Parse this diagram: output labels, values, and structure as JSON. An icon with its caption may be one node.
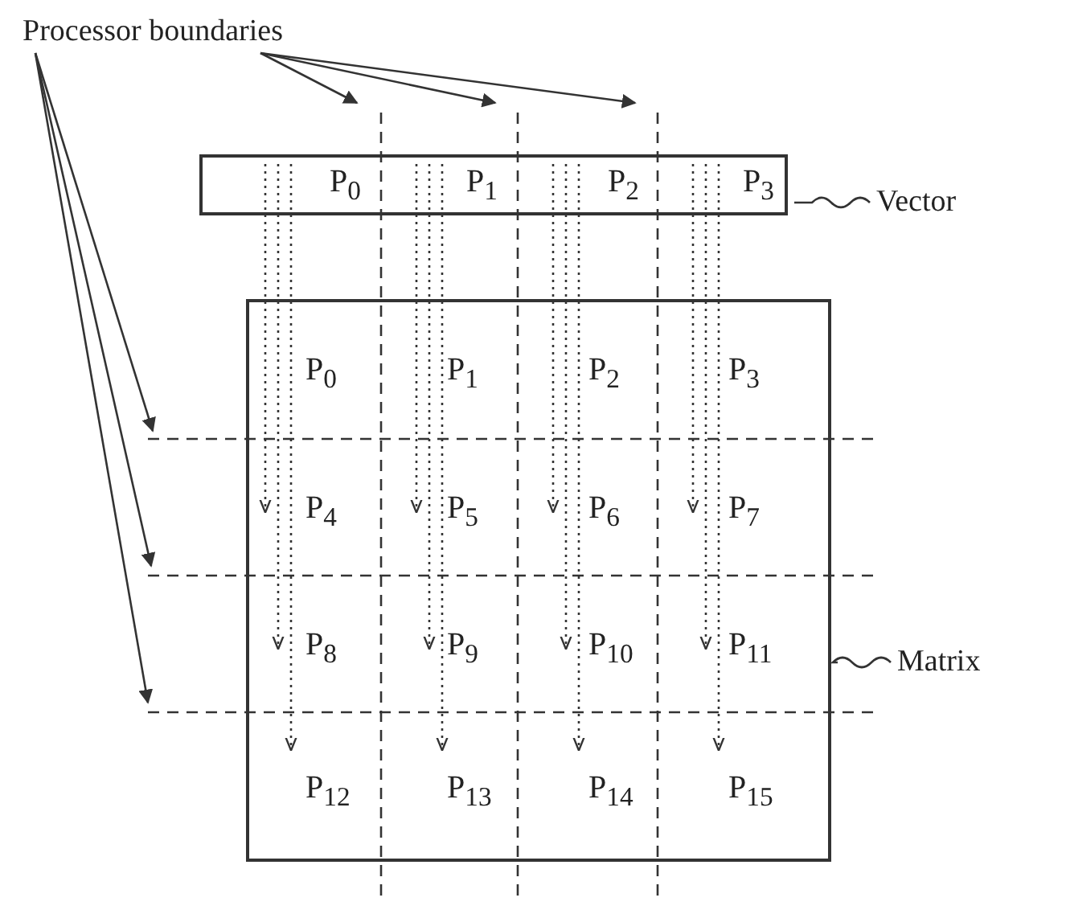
{
  "diagram": {
    "nodes": [
      {
        "text": [
          "Processor boundaries"
        ]
      },
      {
        "text": [],
        "shape": "box"
      },
      {
        "text": [
          "P$_{0}$"
        ],
        "in": 1
      },
      {
        "text": [
          "P$_{1}$"
        ],
        "in": 1
      },
      {
        "text": [
          "P$_{2}$"
        ],
        "in": 1
      },
      {
        "text": [
          "P$_{3}$"
        ],
        "in": 1
      },
      {
        "text": [],
        "shape": "box"
      },
      {
        "text": [
          "P$_{0}$"
        ],
        "in": 6
      },
      {
        "text": [
          "P$_{1}$"
        ],
        "in": 6
      },
      {
        "text": [
          "P$_{2}$"
        ],
        "in": 6
      },
      {
        "text": [
          "P$_{3}$"
        ],
        "in": 6
      },
      {
        "text": [
          "P$_{4}$"
        ],
        "in": 6
      },
      {
        "text": [
          "P$_{5}$"
        ],
        "in": 6
      },
      {
        "text": [
          "P$_{6}$"
        ],
        "in": 6
      },
      {
        "text": [
          "P$_{7}$"
        ],
        "in": 6
      },
      {
        "text": [
          "P$_{8}$"
        ],
        "in": 6
      },
      {
        "text": [
          "P$_{9}$"
        ],
        "in": 6
      },
      {
        "text": [
          "P$_{10}$"
        ],
        "in": 6
      },
      {
        "text": [
          "P$_{11}$"
        ],
        "in": 6
      },
      {
        "text": [
          "P$_{12}$"
        ],
        "in": 6
      },
      {
        "text": [
          "P$_{13}$"
        ],
        "in": 6
      },
      {
        "text": [
          "P$_{14}$"
        ],
        "in": 6
      },
      {
        "text": [
          "P$_{15}$"
        ],
        "in": 6
      },
      {
        "text": [
          "Vector"
        ]
      },
      {
        "text": [
          "Matrix"
        ]
      }
    ],
    "edges": [
      {
        "from": 0,
        "to": null,
        "arrow": "to"
      },
      {
        "from": 0,
        "to": null,
        "arrow": "to"
      },
      {
        "from": 0,
        "to": null,
        "arrow": "to"
      },
      {
        "from": 0,
        "to": null,
        "arrow": "to"
      },
      {
        "from": 0,
        "to": null,
        "arrow": "to"
      },
      {
        "from": 0,
        "to": null,
        "arrow": "to"
      },
      {
        "from": 23,
        "to": 1,
        "arrow": "none"
      },
      {
        "from": 24,
        "to": 6,
        "arrow": "none"
      },
      {
        "from": 2,
        "to": 11,
        "arrow": "to",
        "style": "dashed"
      },
      {
        "from": 2,
        "to": 15,
        "arrow": "to",
        "style": "dashed"
      },
      {
        "from": 2,
        "to": 19,
        "arrow": "to",
        "style": "dashed"
      },
      {
        "from": 3,
        "to": 12,
        "arrow": "to",
        "style": "dashed"
      },
      {
        "from": 3,
        "to": 16,
        "arrow": "to",
        "style": "dashed"
      },
      {
        "from": 3,
        "to": 20,
        "arrow": "to",
        "style": "dashed"
      },
      {
        "from": 4,
        "to": 13,
        "arrow": "to",
        "style": "dashed"
      },
      {
        "from": 4,
        "to": 17,
        "arrow": "to",
        "style": "dashed"
      },
      {
        "from": 4,
        "to": 21,
        "arrow": "to",
        "style": "dashed"
      },
      {
        "from": 5,
        "to": 14,
        "arrow": "to",
        "style": "dashed"
      },
      {
        "from": 5,
        "to": 18,
        "arrow": "to",
        "style": "dashed"
      },
      {
        "from": 5,
        "to": 22,
        "arrow": "to",
        "style": "dashed"
      }
    ]
  }
}
